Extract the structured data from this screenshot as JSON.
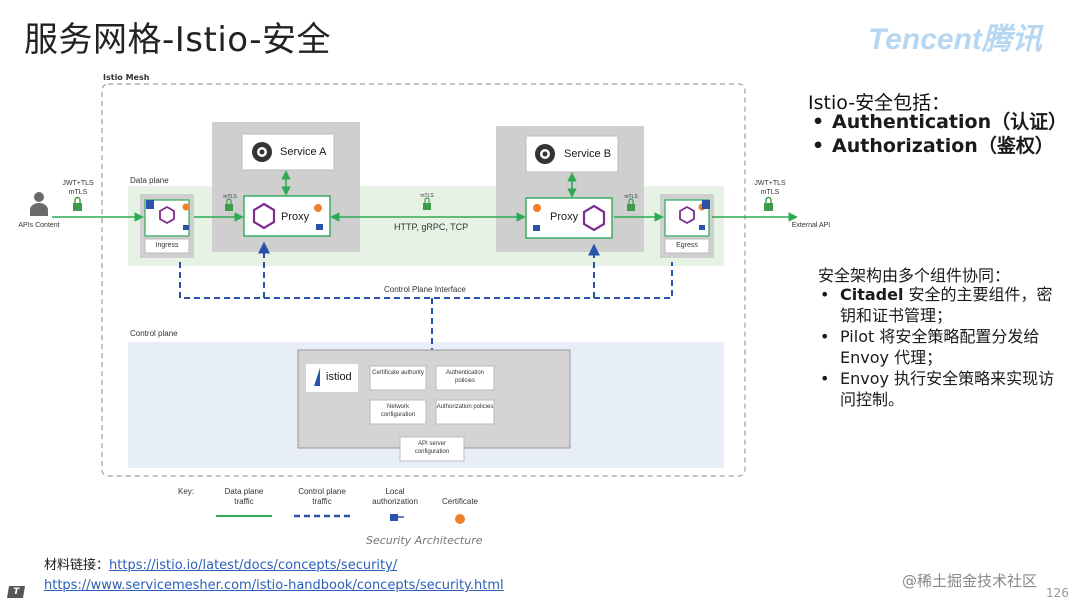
{
  "slide": {
    "title": "服务网格-Istio-安全",
    "logo_text": "Tencent腾讯",
    "page_number": "126",
    "watermark": "@稀土掘金技术社区",
    "corner_badge": "T"
  },
  "diagram": {
    "mesh_label": "Istio Mesh",
    "data_plane_label": "Data plane",
    "control_plane_label": "Control plane",
    "control_plane_interface": "Control Plane Interface",
    "service_a": "Service A",
    "service_b": "Service B",
    "proxy_a": "Proxy",
    "proxy_b": "Proxy",
    "ingress": "Ingress",
    "egress": "Egress",
    "traffic_label": "HTTP, gRPC, TCP",
    "mtls": "mTLS",
    "client_left": "APIs Content",
    "client_right": "External API",
    "jwt_left": "JWT+TLS mTLS",
    "jwt_right": "JWT+TLS mTLS",
    "istiod": "istiod",
    "cert_authority": "Certificate authority",
    "auth_policies": "Authentication policies",
    "network_config": "Network configuration",
    "authz_policies": "Authorization policies",
    "api_server": "API server configuration",
    "key_label": "Key:",
    "key_data": "Data plane traffic",
    "key_control": "Control plane traffic",
    "key_local": "Local authorization",
    "key_cert": "Certificate",
    "caption": "Security Architecture",
    "colors": {
      "data_plane": "#2eaa55",
      "control_plane": "#2a52a8",
      "certificate": "#f07f2a",
      "proxy_hexagon": "#7b2d8e",
      "lock": "#3f9b4a"
    }
  },
  "right_panel": {
    "heading": "Istio-安全包括：",
    "items": [
      "Authentication（认证）",
      "Authorization（鉴权）"
    ],
    "arch_heading": "安全架构由多个组件协同：",
    "arch_items": [
      {
        "bold": "Citadel",
        "text": " 安全的主要组件，密钥和证书管理；"
      },
      {
        "bold": "",
        "text": "Pilot 将安全策略配置分发给 Envoy 代理；"
      },
      {
        "bold": "",
        "text": "Envoy 执行安全策略来实现访问控制。"
      }
    ]
  },
  "links": {
    "prefix": "材料链接：",
    "url1": "https://istio.io/latest/docs/concepts/security/",
    "url2": "https://www.servicemesher.com/istio-handbook/concepts/security.html"
  }
}
